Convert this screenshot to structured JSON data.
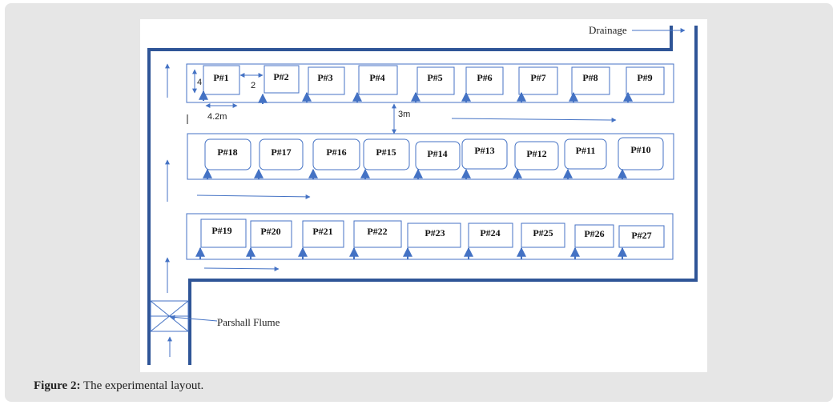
{
  "caption": {
    "label": "Figure 2:",
    "text": " The experimental layout."
  },
  "annotations": {
    "drainage": "Drainage",
    "flume": "Parshall Flume",
    "plot_length": "4.2m",
    "row_gap": "3m",
    "plot_gap": "2",
    "plot_width": "4"
  },
  "rows": [
    {
      "plots": [
        "P#1",
        "P#2",
        "P#3",
        "P#4",
        "P#5",
        "P#6",
        "P#7",
        "P#8",
        "P#9"
      ]
    },
    {
      "plots": [
        "P#18",
        "P#17",
        "P#16",
        "P#15",
        "P#14",
        "P#13",
        "P#12",
        "P#11",
        "P#10"
      ]
    },
    {
      "plots": [
        "P#19",
        "P#20",
        "P#21",
        "P#22",
        "P#23",
        "P#24",
        "P#25",
        "P#26",
        "P#27"
      ]
    }
  ],
  "colors": {
    "line": "#4472c4",
    "canal": "#2f5597",
    "frame": "#e6e6e6"
  }
}
